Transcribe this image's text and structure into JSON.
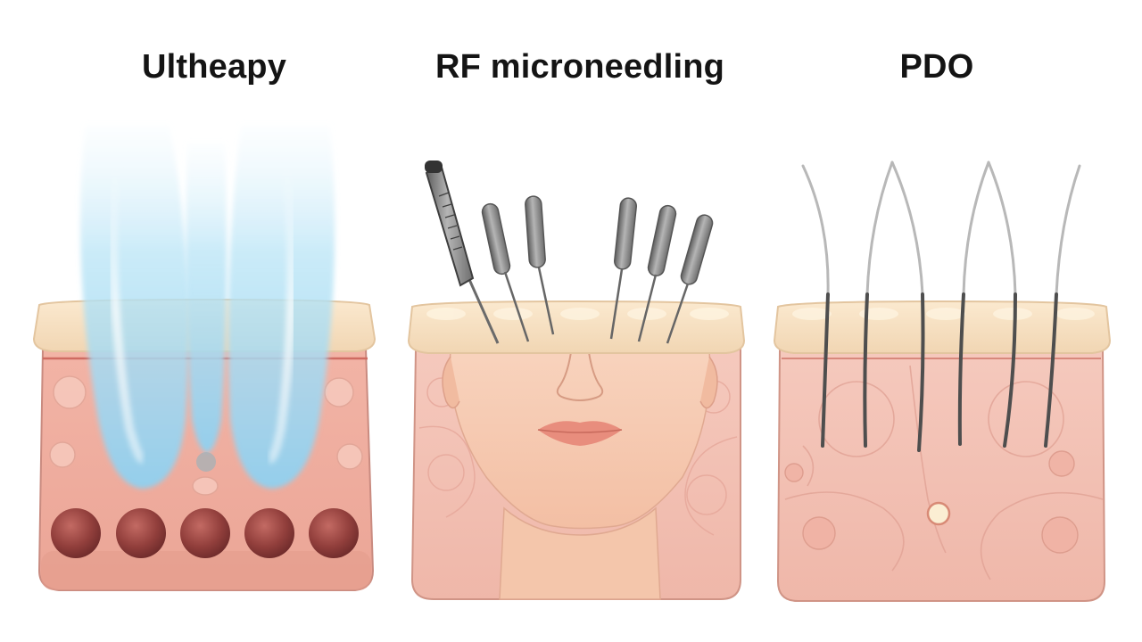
{
  "panels": [
    {
      "title": "Ultheapy",
      "colors": {
        "beam": "#8fd0f0",
        "tissue": "#f2b7aa",
        "sphere": "#8e3c3a"
      }
    },
    {
      "title": "RF microneedling",
      "colors": {
        "needle": "#8a8a8a",
        "face": "#f6c8ad",
        "tissue": "#f3c2b6"
      }
    },
    {
      "title": "PDO",
      "colors": {
        "thread": "#5a5a5a",
        "tissue": "#f3c0b4"
      }
    }
  ]
}
